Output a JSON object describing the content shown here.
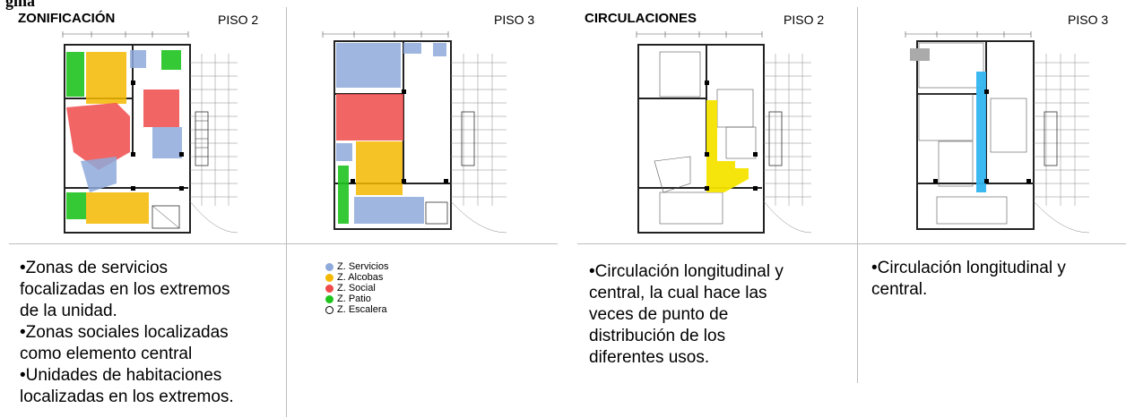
{
  "top_cut_text": "gina",
  "zonificacion": {
    "title": "ZONIFICACIÓN",
    "floor2_label": "PISO 2",
    "floor3_label": "PISO 3",
    "description": "•Zonas de servicios\nfocalizadas en los extremos\nde la unidad.\n•Zonas sociales localizadas\ncomo elemento central\n•Unidades de habitaciones\nlocalizadas en los extremos.",
    "legend": [
      {
        "label": "Z. Servicios",
        "color": "#8eaadb"
      },
      {
        "label": "Z. Alcobas",
        "color": "#f5b800"
      },
      {
        "label": "Z. Social",
        "color": "#f04a4a"
      },
      {
        "label": "Z. Patio",
        "color": "#1fc41f"
      },
      {
        "label": "Z. Escalera",
        "color": "#ffffff"
      }
    ]
  },
  "circulaciones": {
    "title": "CIRCULACIONES",
    "floor2_label": "PISO 2",
    "floor3_label": "PISO 3",
    "description_left": "•Circulación longitudinal y\ncentral, la cual hace las\nveces de punto de\ndistribución de los\ndiferentes usos.",
    "description_right": "•Circulación longitudinal y\ncentral.",
    "circulation_color_floor2": "#f5e400",
    "circulation_color_floor3": "#33b5f0"
  }
}
